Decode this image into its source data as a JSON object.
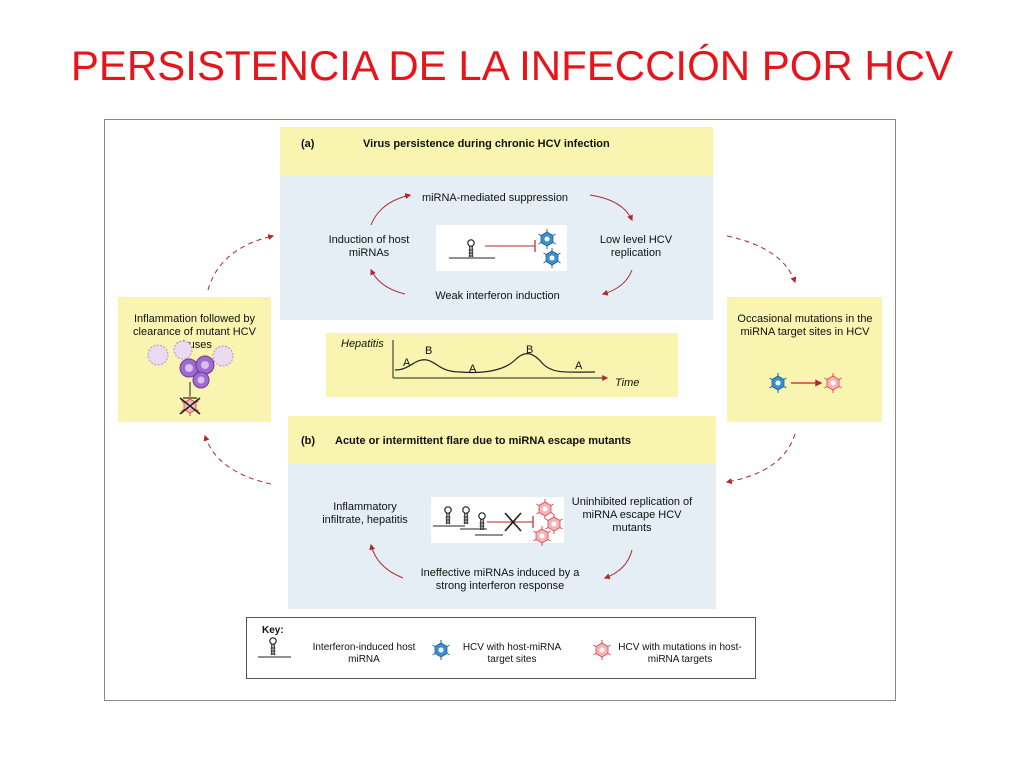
{
  "slide": {
    "title": "PERSISTENCIA DE LA INFECCIÓN POR HCV"
  },
  "panel_a": {
    "letter": "(a)",
    "title": "Virus persistence during chronic HCV infection",
    "top_label": "miRNA-mediated suppression",
    "left_label": "Induction of host miRNAs",
    "right_label": "Low level HCV replication",
    "bottom_label": "Weak interferon induction"
  },
  "hepatitis_chart": {
    "ylabel": "Hepatitis",
    "xlabel": "Time",
    "point_labels": [
      "A",
      "B",
      "A",
      "B",
      "A"
    ]
  },
  "panel_b": {
    "letter": "(b)",
    "title": "Acute or intermittent flare due to miRNA escape mutants",
    "left_label": "Inflammatory infiltrate, hepatitis",
    "right_label": "Uninhibited replication of miRNA escape HCV mutants",
    "bottom_label": "Ineffective miRNAs induced by a strong interferon response"
  },
  "side_left": {
    "label": "Inflammation followed by clearance of mutant HCV viruses"
  },
  "side_right": {
    "label": "Occasional mutations in the miRNA target sites in HCV"
  },
  "key": {
    "title": "Key:",
    "items": [
      {
        "label": "Interferon-induced host miRNA"
      },
      {
        "label": "HCV with host-miRNA target sites"
      },
      {
        "label": "HCV with mutations in host-miRNA targets"
      }
    ]
  },
  "colors": {
    "title_red": "#e8141b",
    "panel_yellow": "#f9f4b0",
    "panel_blue": "#e4eef4",
    "arrow_red": "#b2262d",
    "virus_blue": "#3a8fd0",
    "virus_red": "#d8484f",
    "cell_purple": "#c38ad0"
  }
}
